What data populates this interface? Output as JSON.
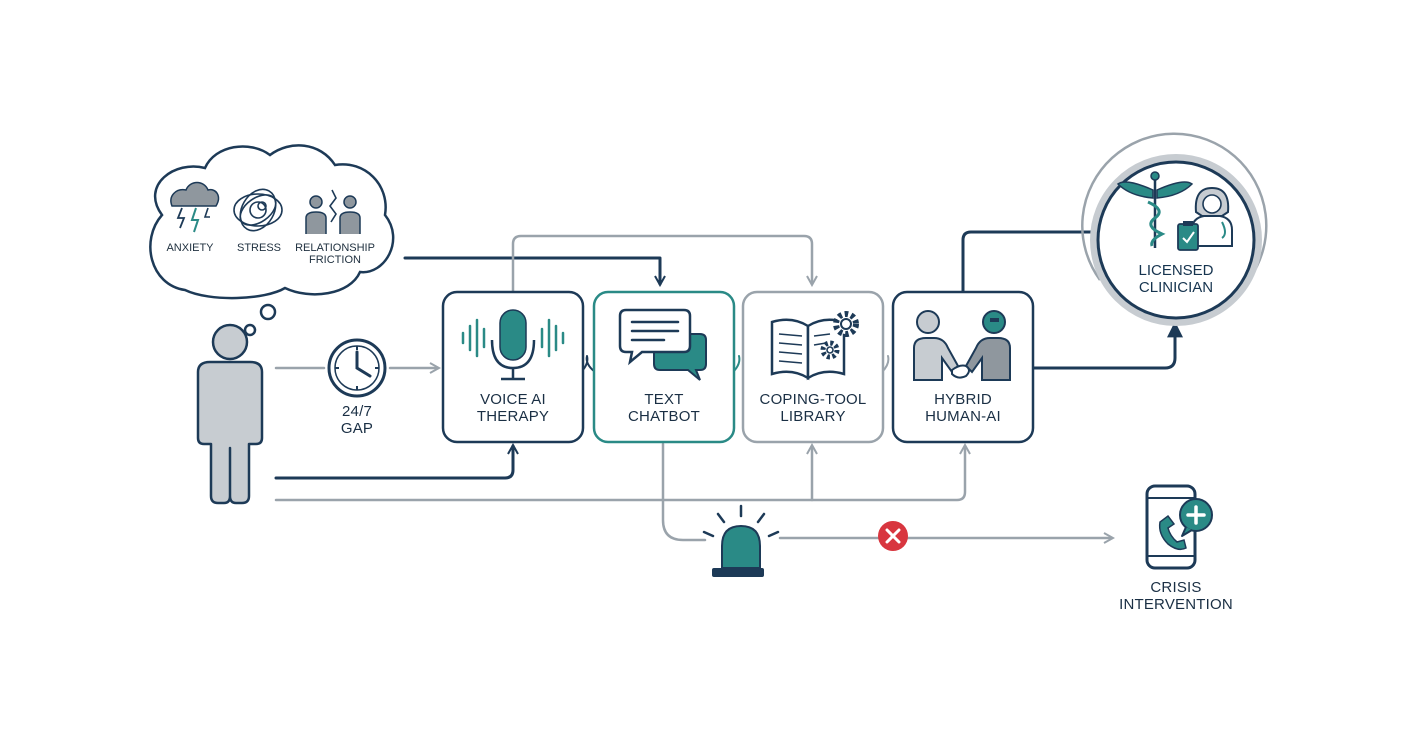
{
  "concerns": {
    "anxiety": "ANXIETY",
    "stress": "STRESS",
    "relationship_line1": "RELATIONSHIP",
    "relationship_line2": "FRICTION"
  },
  "gap": {
    "line1": "24/7",
    "line2": "GAP"
  },
  "services": {
    "voice": {
      "line1": "VOICE AI",
      "line2": "THERAPY"
    },
    "text": {
      "line1": "TEXT",
      "line2": "CHATBOT"
    },
    "coping": {
      "line1": "COPING-TOOL",
      "line2": "LIBRARY"
    },
    "hybrid": {
      "line1": "HYBRID",
      "line2": "HUMAN-AI"
    }
  },
  "clinician": {
    "line1": "LICENSED",
    "line2": "CLINICIAN"
  },
  "crisis": {
    "line1": "CRISIS",
    "line2": "INTERVENTION"
  },
  "colors": {
    "navy": "#1d3a57",
    "teal": "#2a8a86",
    "gray": "#9aa3ab",
    "figure": "#c7ccd1",
    "alert": "#d8363f"
  }
}
